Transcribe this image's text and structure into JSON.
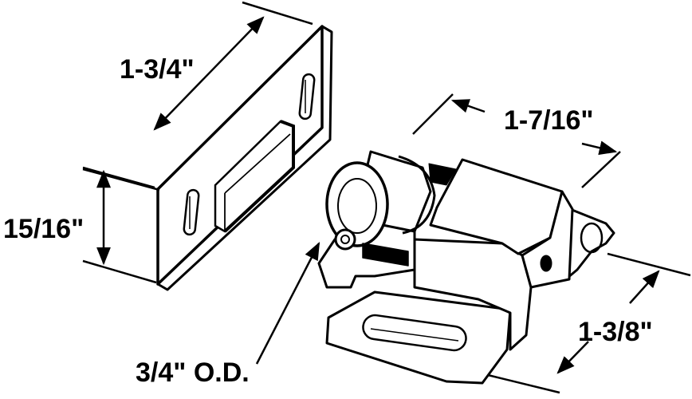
{
  "dimensions": {
    "strike_length": "1-3/4\"",
    "strike_height": "15/16\"",
    "catch_depth": "1-7/16\"",
    "catch_width": "1-3/8\"",
    "roller_diameter": "3/4\" O.D."
  },
  "colors": {
    "line": "#000000",
    "background": "#ffffff"
  }
}
